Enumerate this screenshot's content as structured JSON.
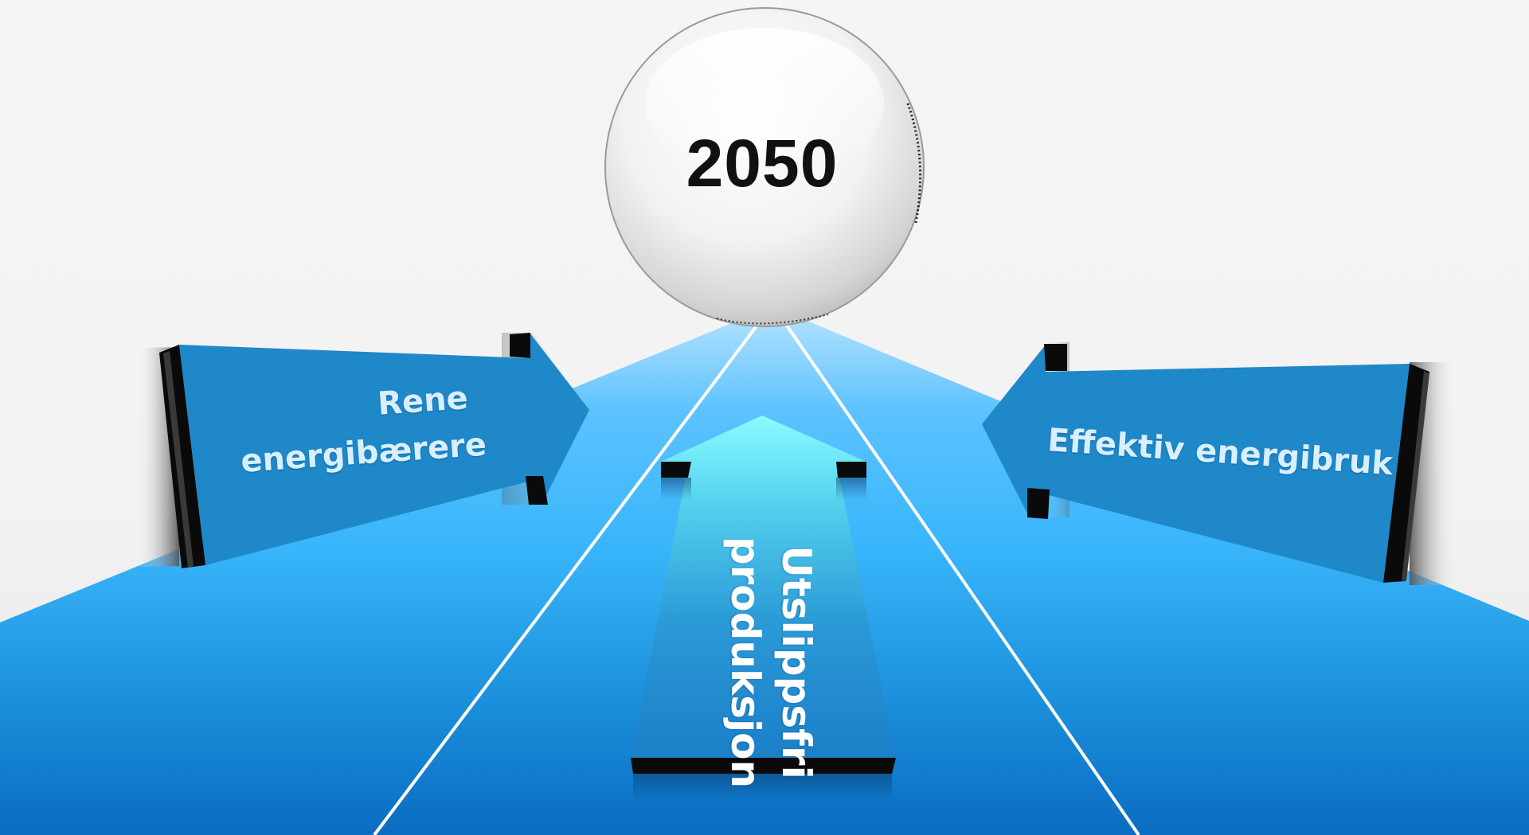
{
  "diagram": {
    "goal": {
      "year": "2050",
      "icon": "sphere"
    },
    "arrows": [
      {
        "id": "left",
        "lines": [
          "Rene",
          "energibærere"
        ],
        "direction": "right"
      },
      {
        "id": "center",
        "lines": [
          "Utslippsfri",
          "produksjon"
        ],
        "direction": "up"
      },
      {
        "id": "right",
        "lines": [
          "Effektiv energibruk"
        ],
        "direction": "left"
      }
    ],
    "colors": {
      "arrow_blue": "#1e88c9",
      "platform_top": "#a8dcff",
      "platform_bottom": "#0c6ec4",
      "center_arrow_top": "#7ff5ff",
      "label_text": "#d8efff"
    }
  }
}
